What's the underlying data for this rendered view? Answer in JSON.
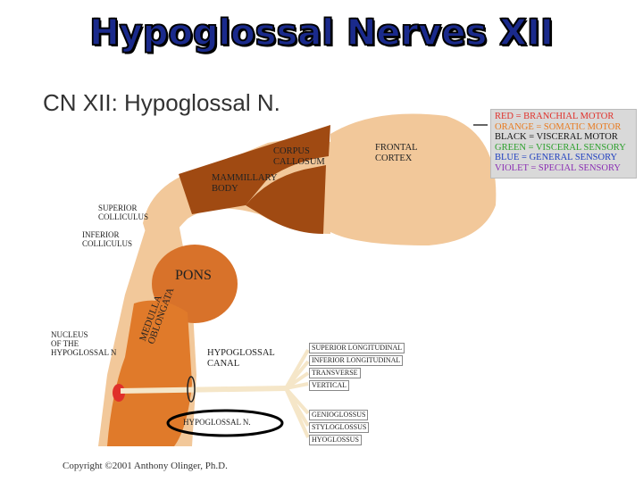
{
  "slide_title": "Hypoglossal Nerves XII",
  "figure_title": "CN XII: Hypoglossal N.",
  "legend": [
    {
      "text": "RED = BRANCHIAL MOTOR",
      "color": "#e0302a"
    },
    {
      "text": "ORANGE = SOMATIC MOTOR",
      "color": "#e87a1e"
    },
    {
      "text": "BLACK = VISCERAL MOTOR",
      "color": "#111111"
    },
    {
      "text": "GREEN = VISCERAL SENSORY",
      "color": "#2ca02c"
    },
    {
      "text": "BLUE = GENERAL SENSORY",
      "color": "#1f3fbf"
    },
    {
      "text": "VIOLET = SPECIAL SENSORY",
      "color": "#8a2fb3"
    }
  ],
  "labels": {
    "corpus_callosum": "CORPUS\nCALLOSUM",
    "frontal_cortex": "FRONTAL\nCORTEX",
    "mammillary_body": "MAMMILLARY\nBODY",
    "superior_colliculus": "SUPERIOR\nCOLLICULUS",
    "inferior_colliculus": "INFERIOR\nCOLLICULUS",
    "pons": "PONS",
    "medulla_oblongata": "MEDULLA\nOBLONGATA",
    "nucleus": "NUCLEUS\nOF THE\nHYPOGLOSSAL N",
    "hypoglossal_canal": "HYPOGLOSSAL\nCANAL",
    "hypoglossal_n": "HYPOGLOSSAL N."
  },
  "branches": [
    "SUPERIOR LONGITUDINAL",
    "INFERIOR LONGITUDINAL",
    "TRANSVERSE",
    "VERTICAL",
    "GENIOGLOSSUS",
    "STYLOGLOSSUS",
    "HYOGLOSSUS"
  ],
  "copyright": "Copyright ©2001 Anthony Olinger, Ph.D.",
  "colors": {
    "tan": "#f2c89a",
    "brown": "#a04a12",
    "orange": "#e07a2a",
    "cream": "#f5e6c8"
  }
}
